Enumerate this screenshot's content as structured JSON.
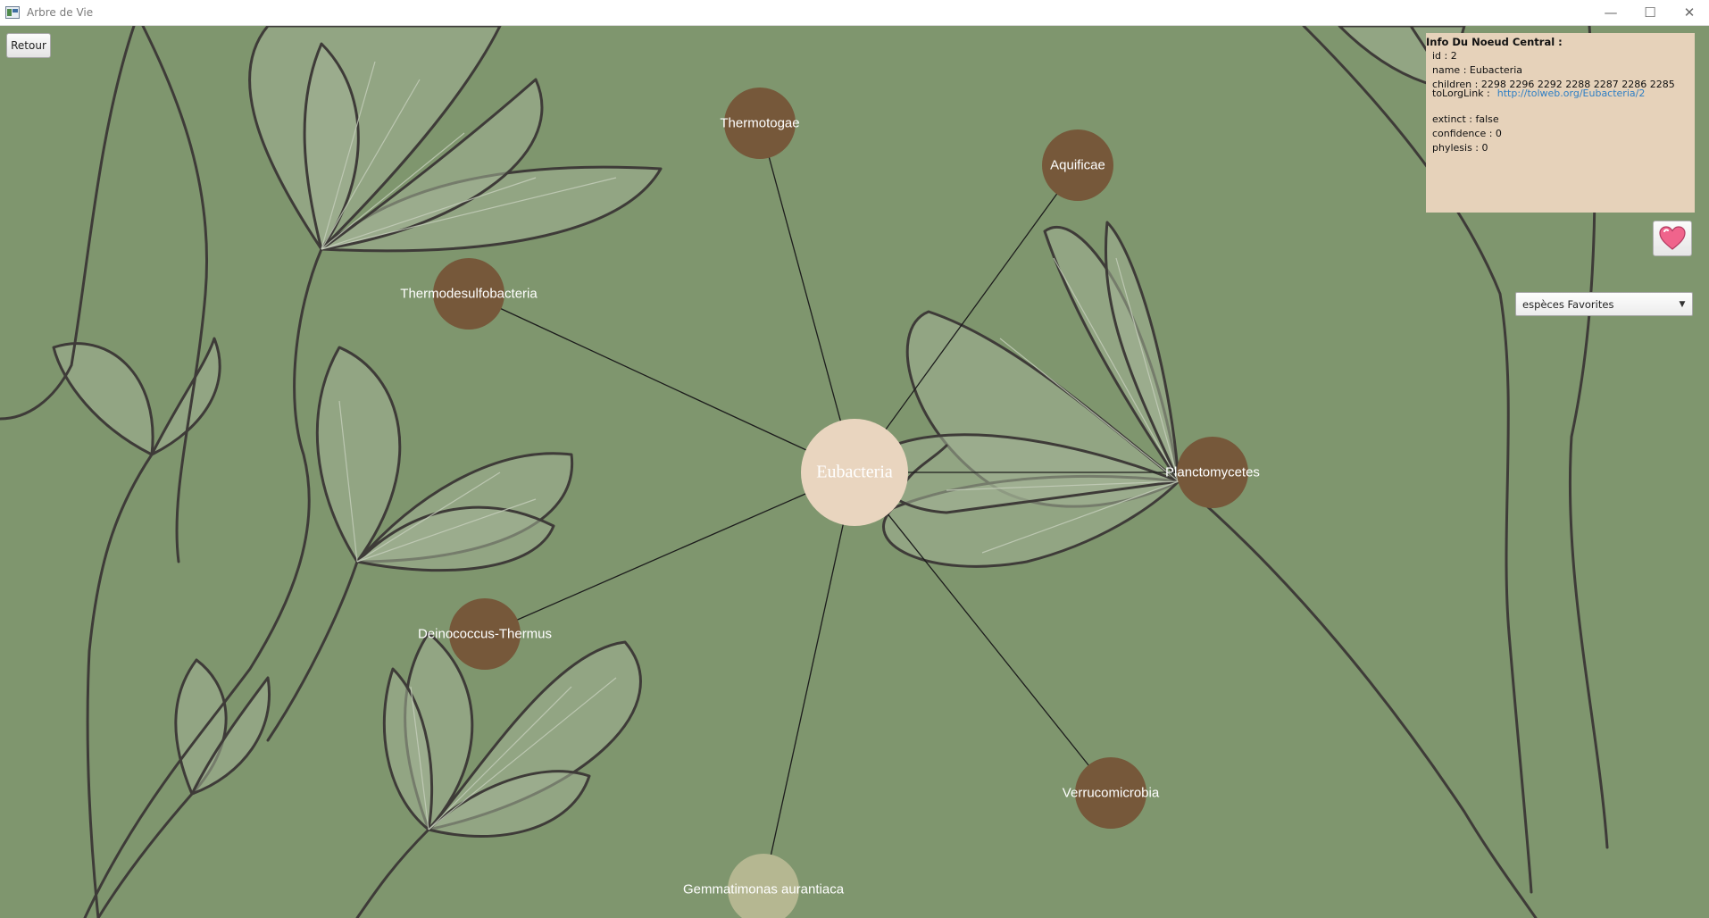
{
  "window": {
    "title": "Arbre de Vie",
    "icon": "app-window-icon",
    "minimize_icon": "minimize-icon",
    "maximize_icon": "maximize-icon",
    "close_icon": "close-icon",
    "minimize_glyph": "—",
    "maximize_glyph": "☐",
    "close_glyph": "✕"
  },
  "toolbar": {
    "back_label": "Retour"
  },
  "graph": {
    "center": {
      "label": "Eubacteria"
    },
    "children": [
      {
        "label": "Thermotogae",
        "style": "branch"
      },
      {
        "label": "Aquificae",
        "style": "branch"
      },
      {
        "label": "Thermodesulfobacteria",
        "style": "branch"
      },
      {
        "label": "Planctomycetes",
        "style": "branch"
      },
      {
        "label": "Deinococcus-Thermus",
        "style": "branch"
      },
      {
        "label": "Verrucomicrobia",
        "style": "branch"
      },
      {
        "label": "Gemmatimonas aurantiaca",
        "style": "leaf"
      }
    ],
    "colors": {
      "background": "#7f966e",
      "center_node": "#e9d5bf",
      "branch_node": "#76583a",
      "leaf_node": "#b5b791",
      "edge": "#1c1c1c"
    }
  },
  "info_panel": {
    "title": "Info Du Noeud Central :",
    "id_line": "id : 2",
    "name_line": "name : Eubacteria",
    "children_line": "children : 2298 2296 2292 2288 2287 2286 2285",
    "link_label": "toLorgLink :",
    "link_url": "http://tolweb.org/Eubacteria/2",
    "extinct_line": "extinct : false",
    "confidence_line": "confidence : 0",
    "phylesis_line": "phylesis : 0"
  },
  "favorite": {
    "icon": "heart-icon",
    "color": "#f0648c"
  },
  "favorites_dropdown": {
    "selected": "espèces Favorites",
    "icon": "chevron-down-icon",
    "glyph": "▼"
  }
}
